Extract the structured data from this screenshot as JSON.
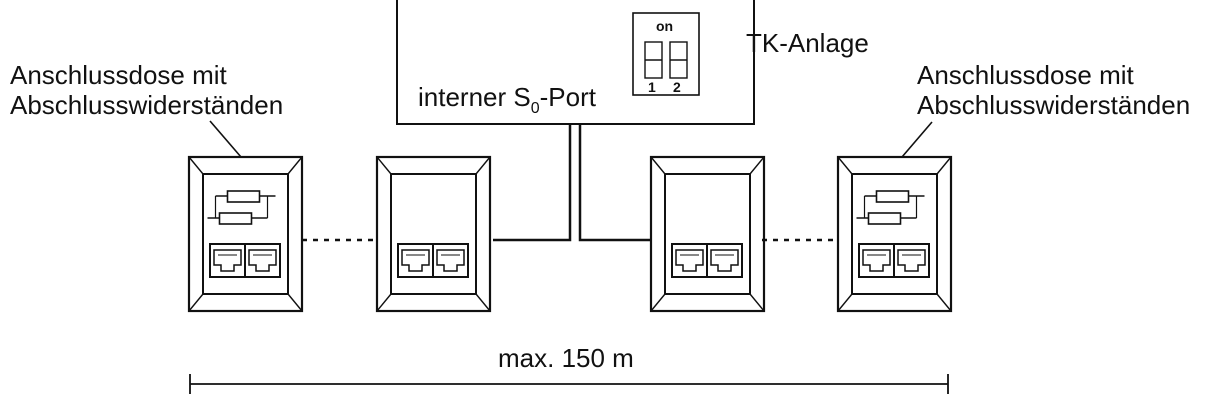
{
  "labels": {
    "left_line1": "Anschlussdose mit",
    "left_line2": "Abschlusswiderständen",
    "right_line1": "Anschlussdose mit",
    "right_line2": "Abschlusswiderständen",
    "port_prefix": "interner S",
    "port_sub": "0",
    "port_suffix": "-Port",
    "tk_anlage": "TK-Anlage",
    "distance": "max. 150 m",
    "switch_on": "on",
    "switch_1": "1",
    "switch_2": "2"
  },
  "colors": {
    "line": "#111111",
    "background": "#ffffff"
  }
}
